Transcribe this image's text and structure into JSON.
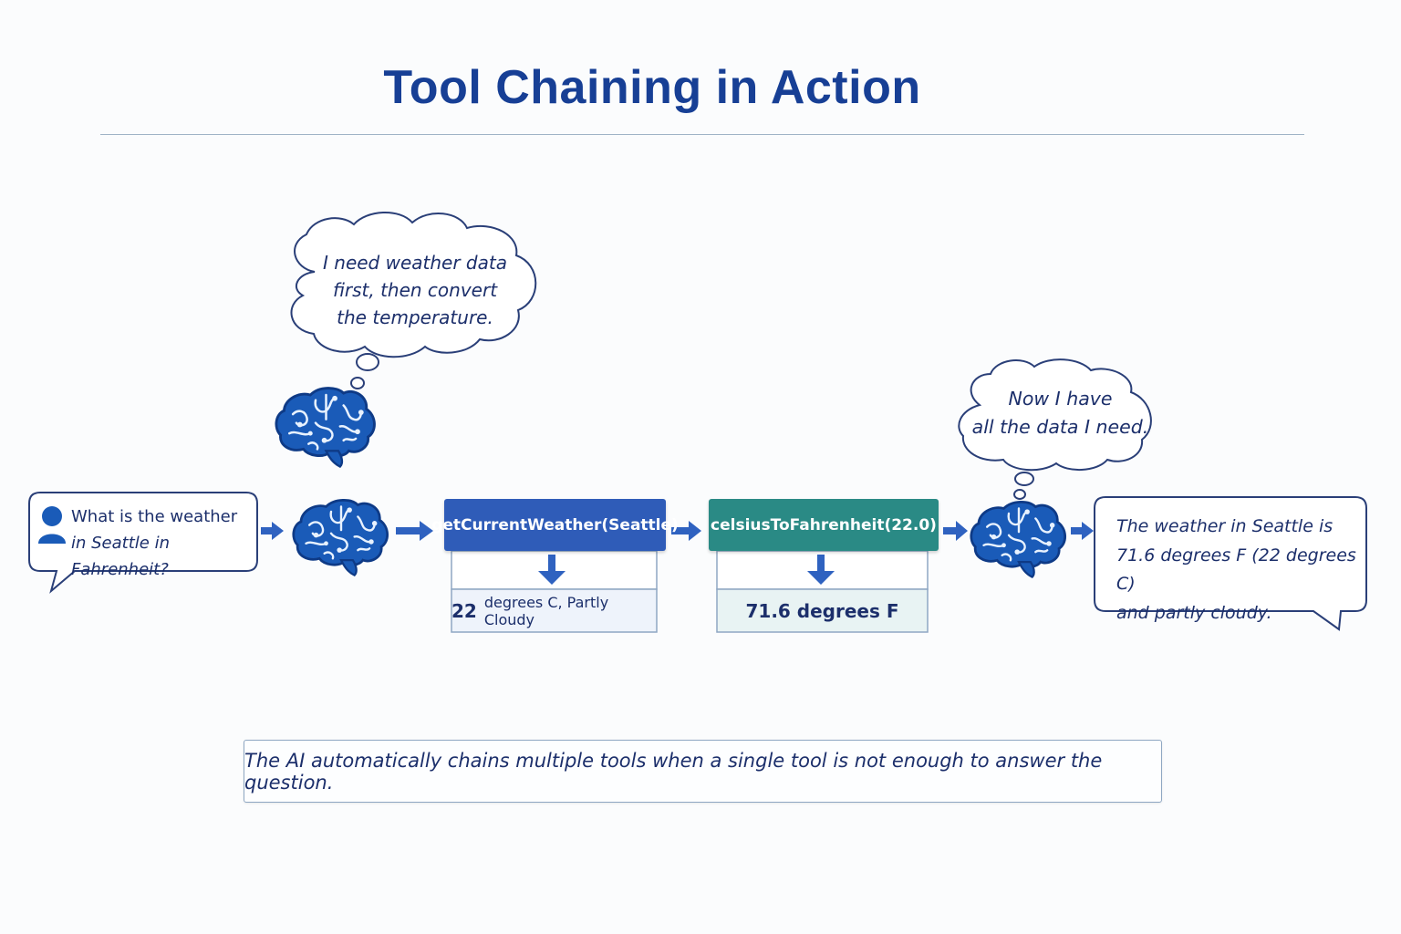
{
  "title": "Tool Chaining in Action",
  "user_question": {
    "line1": "What is the weather",
    "line2": "in Seattle in Fahrenheit?"
  },
  "thought_1": {
    "line1": "I need weather data",
    "line2": "first, then convert",
    "line3": "the temperature."
  },
  "thought_2": {
    "line1": "Now I have",
    "line2": "all the data I need."
  },
  "tool_1": {
    "call": "getCurrentWeather(Seattle)",
    "result_value": "22",
    "result_rest": "degrees C, Partly Cloudy"
  },
  "tool_2": {
    "call": "celsiusToFahrenheit(22.0)",
    "result": "71.6 degrees F"
  },
  "answer": {
    "line1": "The weather in Seattle is",
    "line2": "71.6 degrees F (22 degrees C)",
    "line3": "and partly cloudy."
  },
  "summary": "The AI automatically chains multiple tools when a single tool is not enough to answer the question.",
  "colors": {
    "title": "#173f95",
    "tool_1_header": "#2f5cb8",
    "tool_2_header": "#2a8a85",
    "arrow": "#2f62c0",
    "brain": "#1a5bb8"
  }
}
